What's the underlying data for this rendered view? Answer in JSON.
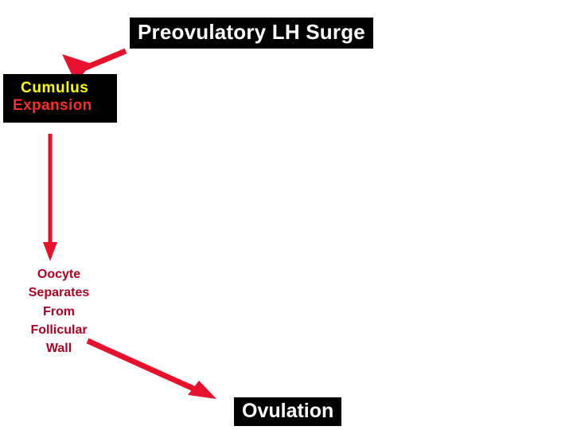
{
  "diagram": {
    "title_box": {
      "label": "Preovulatory LH Surge",
      "bg_color": "#000000",
      "text_color": "#ffffff"
    },
    "cumulus_box": {
      "line1": "Cumulus",
      "line2": "Expansion",
      "bg_color": "#000000",
      "line1_color": "#ffff00",
      "line2_color": "#ff2a2a"
    },
    "oocyte_label": {
      "line1": "Oocyte",
      "line2": "Separates",
      "line3": "From",
      "line4": "Follicular",
      "line5": "Wall",
      "text_color": "#b00020"
    },
    "ovulation_box": {
      "label": "Ovulation",
      "bg_color": "#000000",
      "text_color": "#ffffff"
    },
    "arrows": {
      "color": "#e8112d",
      "items": [
        {
          "name": "arrow-title-to-cumulus",
          "direction": "up-right"
        },
        {
          "name": "arrow-cumulus-to-oocyte",
          "direction": "down"
        },
        {
          "name": "arrow-oocyte-to-ovulation",
          "direction": "down-right"
        }
      ]
    }
  }
}
